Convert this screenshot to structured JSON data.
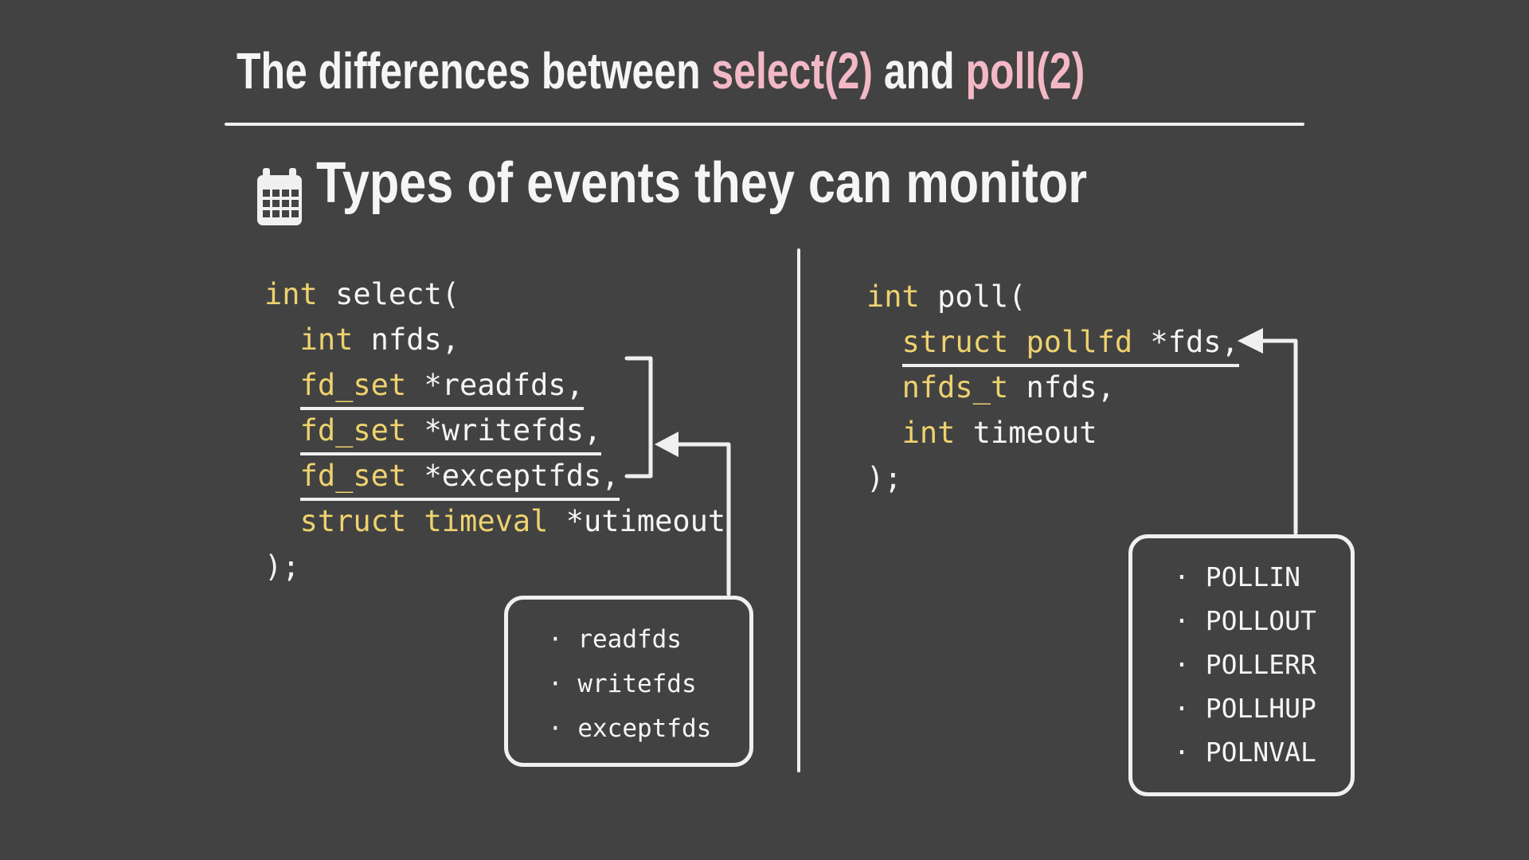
{
  "slide": {
    "title": {
      "segments": [
        {
          "text": "The differences between ",
          "color": "white"
        },
        {
          "text": "select(2)",
          "color": "pink"
        },
        {
          "text": " and ",
          "color": "white"
        },
        {
          "text": "poll(2)",
          "color": "pink"
        }
      ]
    },
    "section_heading": "Types of events they can monitor",
    "section_icon": "calendar-icon"
  },
  "select_block": {
    "lines": [
      {
        "indent": 0,
        "underline": false,
        "segments": [
          {
            "text": "int",
            "color": "yellow"
          },
          {
            "text": " select(",
            "color": "white"
          }
        ]
      },
      {
        "indent": 2,
        "underline": false,
        "segments": [
          {
            "text": "int",
            "color": "yellow"
          },
          {
            "text": " nfds,",
            "color": "white"
          }
        ]
      },
      {
        "indent": 2,
        "underline": true,
        "segments": [
          {
            "text": "fd_set",
            "color": "yellow"
          },
          {
            "text": " *readfds,",
            "color": "white"
          }
        ]
      },
      {
        "indent": 2,
        "underline": true,
        "segments": [
          {
            "text": "fd_set",
            "color": "yellow"
          },
          {
            "text": " *writefds,",
            "color": "white"
          }
        ]
      },
      {
        "indent": 2,
        "underline": true,
        "segments": [
          {
            "text": "fd_set",
            "color": "yellow"
          },
          {
            "text": " *exceptfds,",
            "color": "white"
          }
        ]
      },
      {
        "indent": 2,
        "underline": false,
        "segments": [
          {
            "text": "struct timeval",
            "color": "yellow"
          },
          {
            "text": " *utimeout",
            "color": "white"
          }
        ]
      },
      {
        "indent": 0,
        "underline": false,
        "segments": [
          {
            "text": ");",
            "color": "white"
          }
        ]
      }
    ]
  },
  "poll_block": {
    "lines": [
      {
        "indent": 0,
        "underline": false,
        "segments": [
          {
            "text": "int",
            "color": "yellow"
          },
          {
            "text": " poll(",
            "color": "white"
          }
        ]
      },
      {
        "indent": 2,
        "underline": true,
        "segments": [
          {
            "text": "struct pollfd",
            "color": "yellow"
          },
          {
            "text": " *fds,",
            "color": "white"
          }
        ]
      },
      {
        "indent": 2,
        "underline": false,
        "segments": [
          {
            "text": "nfds_t",
            "color": "yellow"
          },
          {
            "text": " nfds,",
            "color": "white"
          }
        ]
      },
      {
        "indent": 2,
        "underline": false,
        "segments": [
          {
            "text": "int",
            "color": "yellow"
          },
          {
            "text": " timeout",
            "color": "white"
          }
        ]
      },
      {
        "indent": 0,
        "underline": false,
        "segments": [
          {
            "text": ");",
            "color": "white"
          }
        ]
      }
    ]
  },
  "select_args_box": {
    "bullet": "·",
    "items": [
      "readfds",
      "writefds",
      "exceptfds"
    ]
  },
  "poll_events_box": {
    "bullet": "·",
    "items": [
      "POLLIN",
      "POLLOUT",
      "POLLERR",
      "POLLHUP",
      "POLNVAL"
    ]
  },
  "colors": {
    "background": "#424242",
    "text": "#f5f5f5",
    "pink": "#f3b8c6",
    "yellow": "#eed26f",
    "chalk": "#f0f0f0"
  }
}
